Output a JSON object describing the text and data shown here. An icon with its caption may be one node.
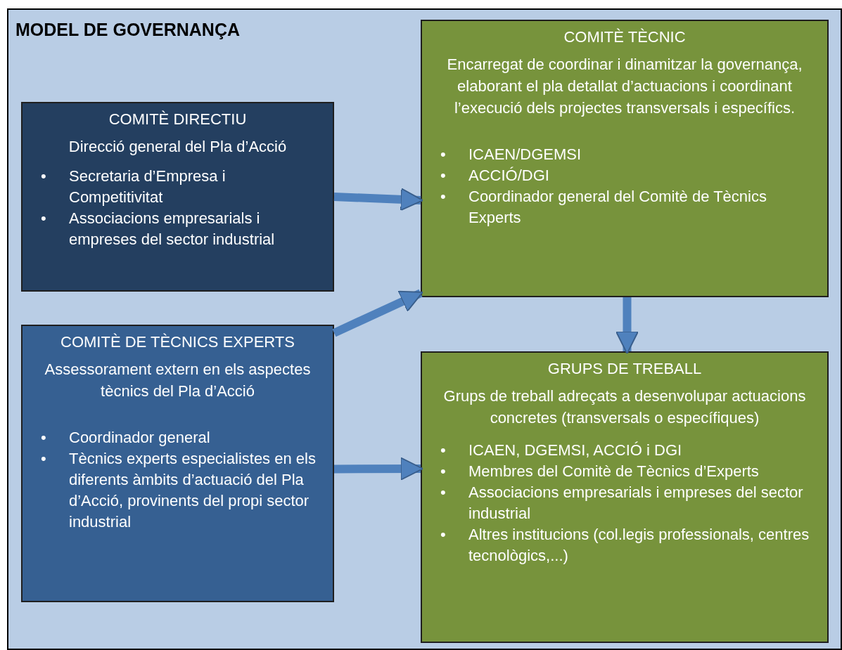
{
  "diagram": {
    "nodes": [
      {
        "text": [
          "MODEL DE GOVERNANÇA"
        ]
      },
      {
        "text": [
          "COMITÈ DIRECTIU",
          "Direcció general del Pla d’Acció",
          "Secretaria d’Empresa i Competitivitat",
          "Associacions empresarials i empreses del sector industrial"
        ],
        "in": 0
      },
      {
        "text": [
          "COMITÈ TÈCNIC",
          "Encarregat de coordinar i dinamitzar la governança, elaborant el pla detallat d’actuacions i coordinant l’execució dels projectes transversals i específics.",
          "ICAEN/DGEMSI",
          "ACCIÓ/DGI",
          "Coordinador general del Comitè de Tècnics Experts"
        ],
        "in": 0
      },
      {
        "text": [
          "COMITÈ DE TÈCNICS EXPERTS",
          "Assessorament extern en els aspectes tècnics del Pla d’Acció",
          "Coordinador general",
          "Tècnics experts especialistes en els diferents àmbits d’actuació del Pla d’Acció, provinents del propi sector industrial"
        ],
        "in": 0
      },
      {
        "text": [
          "GRUPS DE TREBALL",
          "Grups de treball adreçats a desenvolupar actuacions concretes (transversals o específiques)",
          "ICAEN, DGEMSI, ACCIÓ i DGI",
          "Membres del Comitè de Tècnics d’Experts",
          "Associacions empresarials i empreses del sector industrial",
          "Altres institucions (col.legis professionals, centres tecnològics,...)"
        ],
        "in": 0
      }
    ],
    "edges": [
      {
        "from": 1,
        "to": 2,
        "arrow": "to"
      },
      {
        "from": 3,
        "to": 2,
        "arrow": "to"
      },
      {
        "from": 2,
        "to": 4,
        "arrow": "to"
      },
      {
        "from": 3,
        "to": 4,
        "arrow": "to"
      }
    ],
    "labels": [
      "•",
      "•",
      "•",
      "•",
      "•",
      "•",
      "•",
      "•",
      "•",
      "•",
      "•"
    ]
  }
}
